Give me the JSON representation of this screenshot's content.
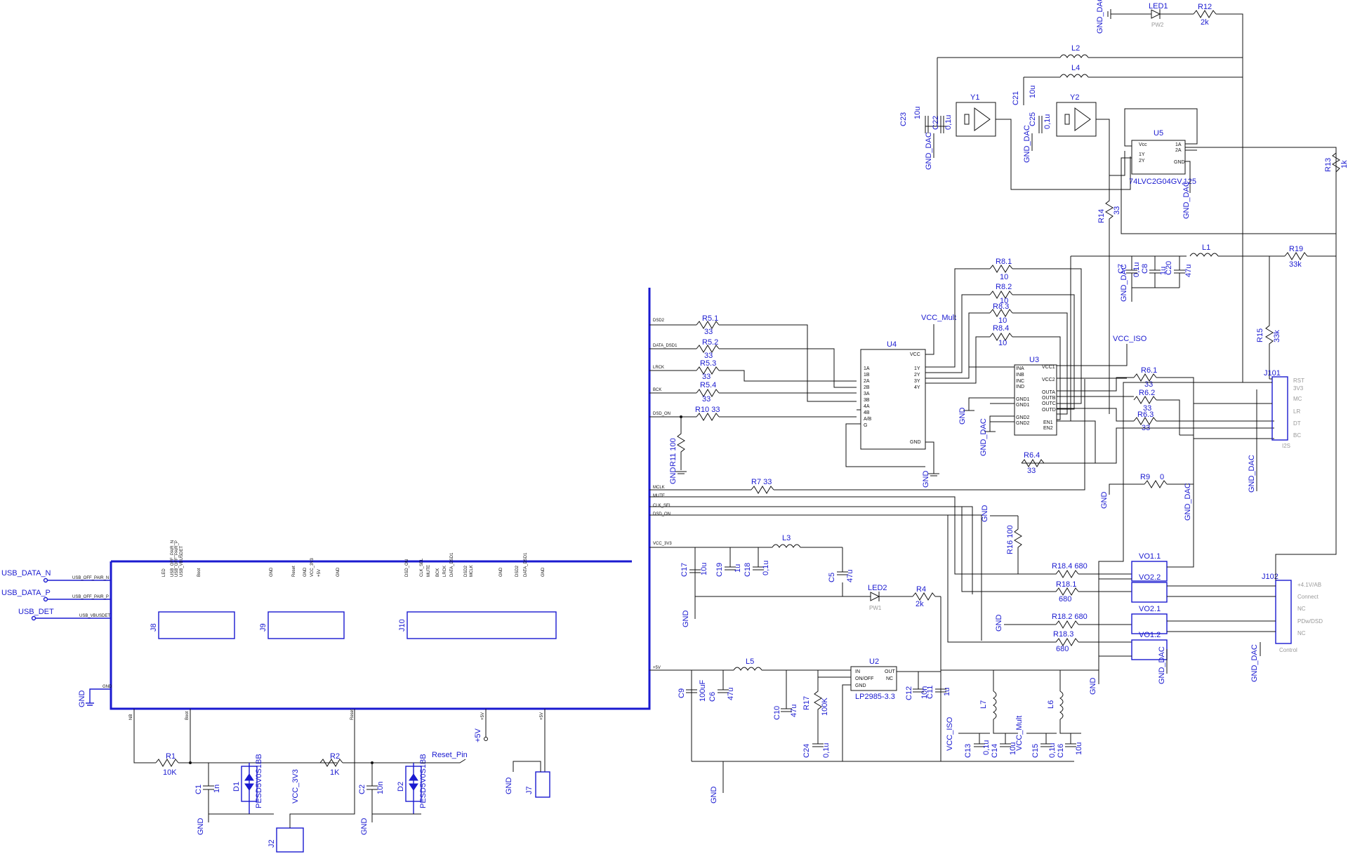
{
  "usb_ports": [
    {
      "label": "USB_DATA_N",
      "net": "USB_OFF_PAIR_N"
    },
    {
      "label": "USB_DATA_P",
      "net": "USB_OFF_PAIR_P"
    },
    {
      "label": "USB_DET",
      "net": "USB_VBUSDET"
    }
  ],
  "bus_nets": [
    "DSD2",
    "DATA_DSD1",
    "LRCK",
    "BCK",
    "DSD_ON",
    "MCLK",
    "MUTE",
    "CLK_SEL",
    "DSD_ON",
    "VCC_3V3",
    "+5V"
  ],
  "bottom_nets": {
    "n1": "NB",
    "n2": "Boot",
    "n3": "Reset",
    "n4": "+5V",
    "n5": "+5V",
    "gnd": "GND"
  },
  "connectors": {
    "j8": "J8",
    "j9": "J9",
    "j10": "J10",
    "j2": "J2",
    "j7": "J7",
    "j101": "J101",
    "j102": "J102"
  },
  "j8_pins": [
    "LED",
    "USB_OFF_PAIR_N",
    "USB_OFF_PAIR_P",
    "USB_VBUSDET",
    "Boot"
  ],
  "j9_pins": [
    "GND",
    "Reset",
    "GND",
    "VCC_3V3",
    "+5V",
    "GND"
  ],
  "j10_pins": [
    "DSD_ON",
    "CLK_SEL",
    "MUTE",
    "BCK",
    "LRCK",
    "DATA_DSD1",
    "DSD2",
    "MCLK",
    "GND",
    "DSD2",
    "DATA_DSD1",
    "GND"
  ],
  "labels": {
    "r1": "R1",
    "r1v": "10K",
    "r2": "R2",
    "r2v": "1K",
    "c1": "C1",
    "c1v": "1n",
    "c2": "C2",
    "c2v": "10n",
    "d1": "D1",
    "d2": "D2",
    "diode": "PESD5V0S1BB",
    "vcc3v3": "VCC_3V3",
    "reset_pin": "Reset_Pin",
    "p5v": "+5V",
    "gnd": "GND",
    "r51": "R5.1",
    "r52": "R5.2",
    "r53": "R5.3",
    "r54": "R5.4",
    "r10": "R10 33",
    "r11": "R11 100",
    "r7": "R7 33",
    "v33": "33",
    "u4": "U4",
    "vcc_mult": "VCC_Mult",
    "u3": "U3",
    "vcc_iso": "VCC_ISO",
    "gnd_dac": "GND_DAC",
    "r81": "R8.1",
    "r82": "R8.2",
    "r83": "R8.3",
    "r84": "R8.4",
    "v10": "10",
    "r61": "R6.1",
    "r62": "R6.2",
    "r63": "R6.3",
    "r64": "R6.4",
    "r9": "R9",
    "r9v": "0",
    "y1": "Y1",
    "y2": "Y2",
    "u5": "U5",
    "u5part": "74LVC2G04GV,125",
    "l1": "L1",
    "l2": "L2",
    "l3": "L3",
    "l4": "L4",
    "l5": "L5",
    "l6": "L6",
    "l7": "L7",
    "led1": "LED1",
    "pw2": "PW2",
    "r12": "R12",
    "r12v": "2k",
    "r13": "R13",
    "r13v": "1k",
    "r14": "R14",
    "r14v": "33",
    "r15": "R15",
    "r15v": "33k",
    "r19": "R19",
    "r19v": "33k",
    "c7": "C7",
    "c8": "C8",
    "c20": "C20",
    "c21": "C21",
    "c22": "C22",
    "c23": "C23",
    "c25": "C25",
    "v01u": "0,1u",
    "v1u": "1u",
    "v10u": "10u",
    "v47u": "47u",
    "j101sub": "I2S",
    "j102sub": "Control",
    "r16": "R16 100",
    "r184": "R18.4 680",
    "r181": "R18.1",
    "r182": "R18.2 680",
    "r183": "R18.3",
    "v680": "680",
    "vo11": "VO1.1",
    "vo22": "VO2.2",
    "vo21": "VO2.1",
    "vo12": "VO1.2",
    "c17": "C17",
    "c19": "C19",
    "c18": "C18",
    "c5": "C5",
    "v10u_b": "10u",
    "v1u_b": "1u",
    "v01u_b": "0,1u",
    "v47u_b": "47u",
    "led2": "LED2",
    "pw1": "PW1",
    "r4": "R4",
    "r4v": "2k",
    "c9": "C9",
    "c9v": "100uF",
    "c6": "C6",
    "c10": "C10",
    "r17": "R17",
    "r17v": "100K",
    "u2": "U2",
    "u2part": "LP2985-3.3",
    "c12": "C12",
    "c11": "C11",
    "v10n": "10n",
    "c24": "C24",
    "c13": "C13",
    "c14": "C14",
    "c15": "C15",
    "c16": "C16"
  },
  "u4_pins": {
    "left": [
      "1A",
      "1B",
      "2A",
      "2B",
      "3A",
      "3B",
      "4A",
      "4B",
      "A/B",
      "G"
    ],
    "right": [
      "VCC",
      "1Y",
      "2Y",
      "3Y",
      "4Y",
      "GND"
    ]
  },
  "u3_pins": {
    "left": [
      "INA",
      "INB",
      "INC",
      "IND",
      "GND1",
      "GND1",
      "GND2",
      "GND2"
    ],
    "right": [
      "VCC1",
      "VCC2",
      "OUTA",
      "OUTB",
      "OUTC",
      "OUTD",
      "EN1",
      "EN2"
    ]
  },
  "u5_pins": {
    "left": [
      "Vcc",
      "1Y",
      "2Y"
    ],
    "right": [
      "1A",
      "2A",
      "GND"
    ]
  },
  "u2_pins": {
    "left": [
      "IN",
      "ON/OFF",
      "GND"
    ],
    "right": [
      "OUT",
      "NC"
    ]
  },
  "j101_pins": [
    "RST",
    "3V3",
    "MC",
    "LR",
    "DT",
    "BC"
  ],
  "j102_pins": [
    "+4.1V/AB",
    "Connect",
    "NC",
    "PDw/DSD",
    "NC"
  ]
}
